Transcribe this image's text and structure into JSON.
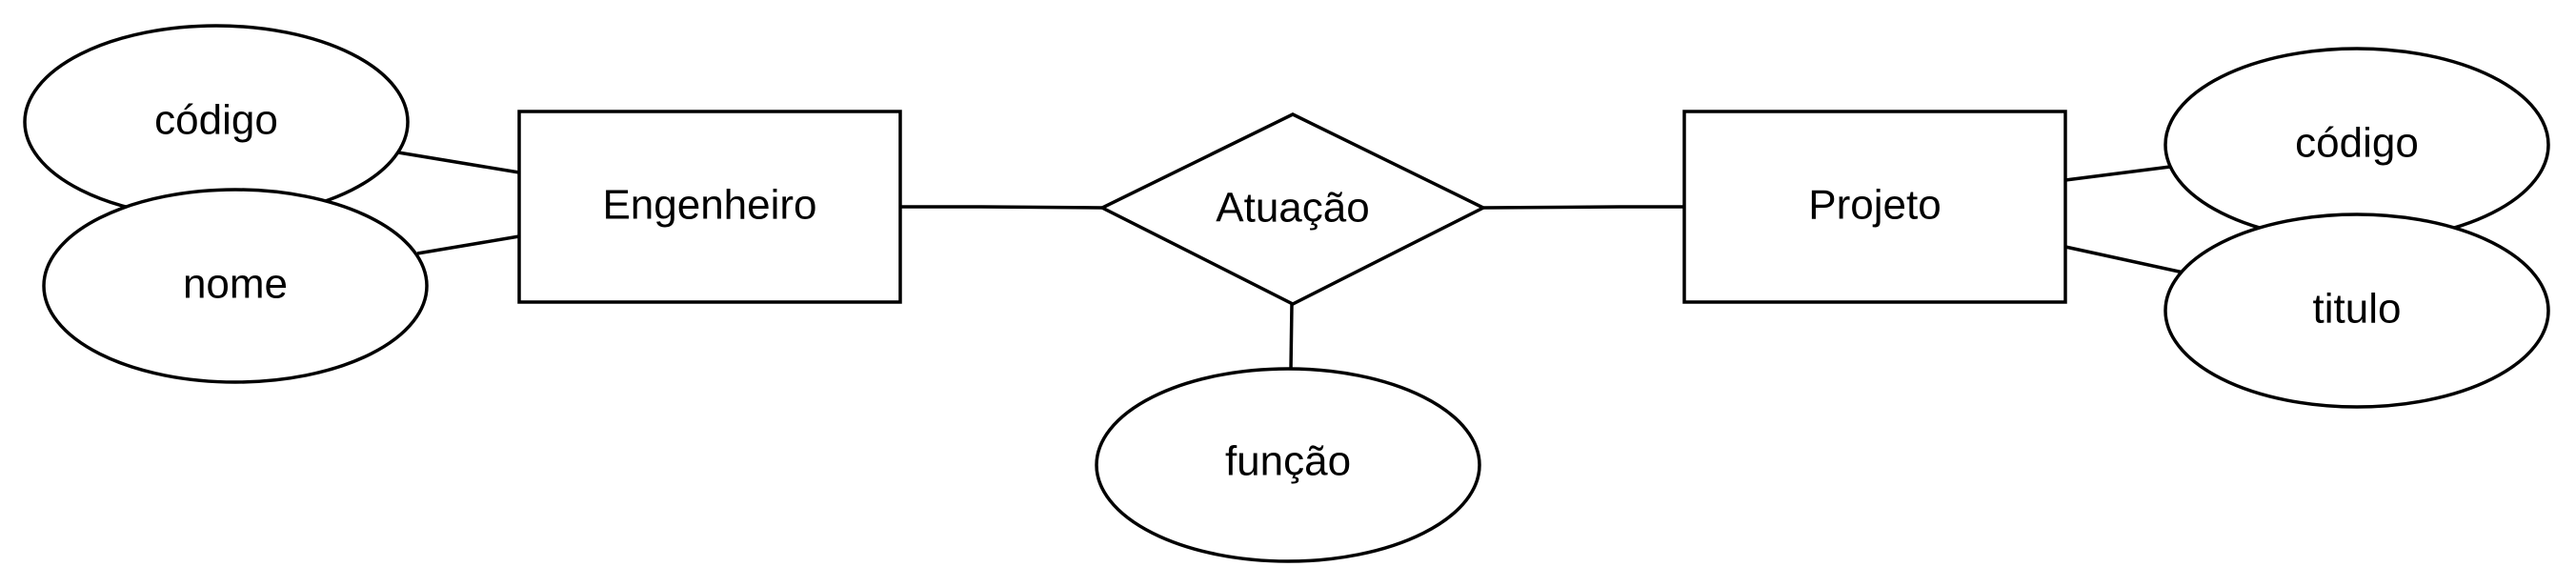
{
  "entities": {
    "engenheiro": {
      "label": "Engenheiro"
    },
    "projeto": {
      "label": "Projeto"
    }
  },
  "relationships": {
    "atuacao": {
      "label": "Atuação"
    }
  },
  "attributes": {
    "engenheiro_codigo": {
      "label": "código"
    },
    "engenheiro_nome": {
      "label": "nome"
    },
    "atuacao_funcao": {
      "label": "função"
    },
    "projeto_codigo": {
      "label": "código"
    },
    "projeto_titulo": {
      "label": "titulo"
    }
  },
  "colors": {
    "stroke": "#000000",
    "fill": "#ffffff",
    "text": "#000000"
  }
}
